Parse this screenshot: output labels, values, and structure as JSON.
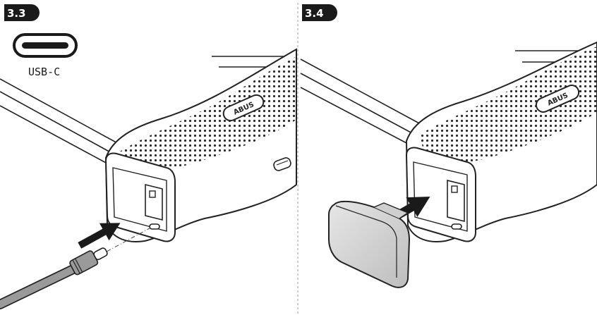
{
  "panels": [
    {
      "step": "3.3",
      "connector_label": "USB-C"
    },
    {
      "step": "3.4"
    }
  ],
  "brand_logo": "ABUS",
  "colors": {
    "badge": "#1a1a1a",
    "line": "#222222",
    "cable": "#9a9a9a",
    "arrow": "#1a1a1a",
    "cap": "#d4d4d4",
    "divider": "#bdbdbd"
  },
  "icons": [
    "usb-c-port-icon",
    "insert-arrow-icon"
  ]
}
